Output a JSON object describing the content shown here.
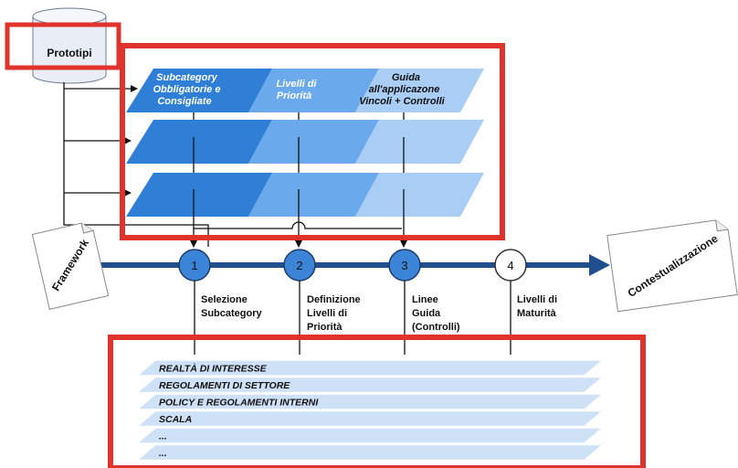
{
  "colors": {
    "highlight_red": "#e0332c",
    "timeline_blue": "#1f4f8f",
    "dark_blue": "#2f7fd6",
    "mid_blue": "#6aa9ec",
    "light_blue": "#a9cdf5",
    "bottom_layer": "#cfe1f6",
    "node_fill": "#3c84d8",
    "node_light": "#ffffff"
  },
  "prototipi": {
    "label": "Prototipi"
  },
  "matrix": {
    "columns": [
      {
        "lines": [
          "Subcategory",
          "Obbligatorie e",
          "Consigliate"
        ]
      },
      {
        "lines": [
          "Livelli di",
          "Priorità"
        ]
      },
      {
        "lines": [
          "Guida",
          "all'applicazone",
          "Vincoli + Controlli"
        ]
      }
    ]
  },
  "framework": {
    "label": "Framework"
  },
  "contestualizzazione": {
    "label": "Contestualizzazione"
  },
  "steps": [
    {
      "number": "1",
      "lines": [
        "Selezione",
        "Subcategory"
      ]
    },
    {
      "number": "2",
      "lines": [
        "Definizione",
        "Livelli di",
        "Priorità"
      ]
    },
    {
      "number": "3",
      "lines": [
        "Linee",
        "Guida",
        "(Controlli)"
      ]
    },
    {
      "number": "4",
      "lines": [
        "Livelli di",
        "Maturità"
      ]
    }
  ],
  "context_layers": [
    "REALTÀ DI INTERESSE",
    "REGOLAMENTI DI SETTORE",
    "POLICY E REGOLAMENTI INTERNI",
    "SCALA",
    "...",
    "..."
  ]
}
